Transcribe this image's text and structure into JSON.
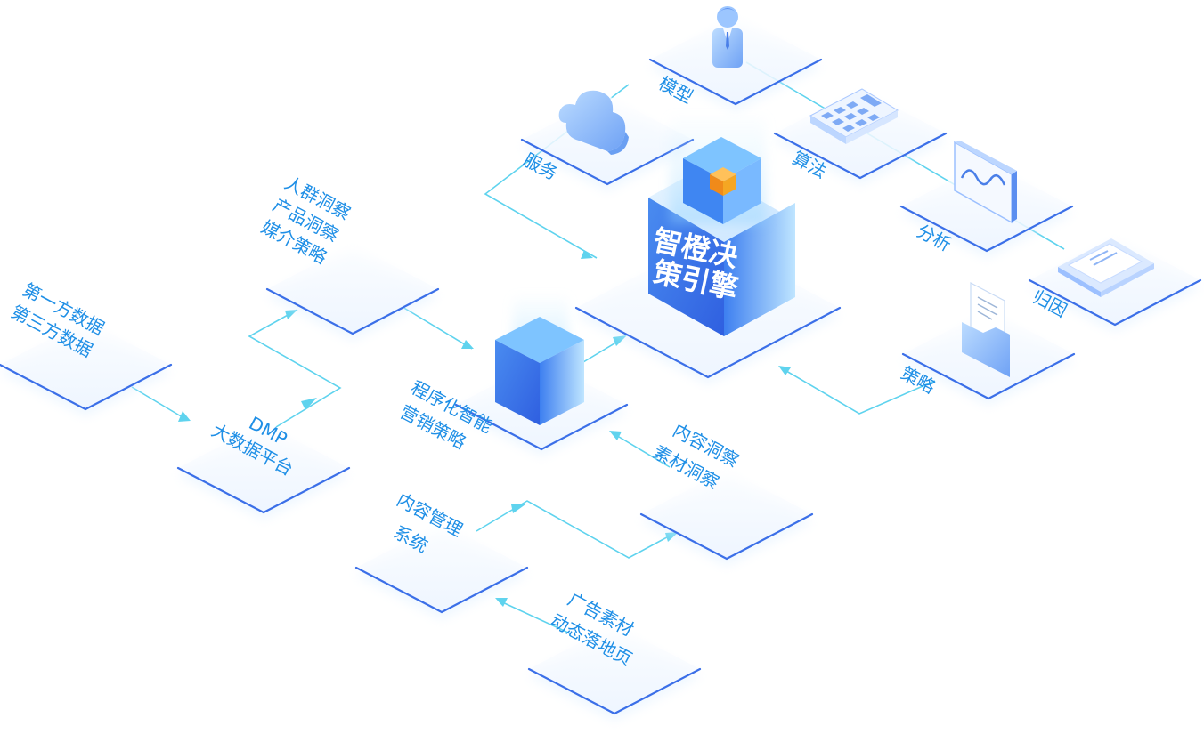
{
  "nodes": {
    "first_party": {
      "line1": "第一方数据",
      "line2": "第三方数据"
    },
    "dmp": {
      "line1": "DMP",
      "line2": "大数据平台"
    },
    "insight": {
      "line1": "人群洞察",
      "line2": "产品洞察",
      "line3": "媒介策略"
    },
    "programmatic": {
      "line1": "程序化智能",
      "line2": "营销策略"
    },
    "content_insight": {
      "line1": "内容洞察",
      "line2": "素材洞察"
    },
    "cms": {
      "line1": "内容管理",
      "line2": "系统"
    },
    "ad_material": {
      "line1": "广告素材",
      "line2": "动态落地页"
    },
    "service": {
      "label": "服务"
    },
    "model": {
      "label": "模型"
    },
    "algorithm": {
      "label": "算法"
    },
    "analysis": {
      "label": "分析"
    },
    "attribution": {
      "label": "归因"
    },
    "strategy": {
      "label": "策略"
    }
  },
  "engine": {
    "line1": "智橙决",
    "line2": "策引擎"
  },
  "colors": {
    "label": "#1f8fe6",
    "flow": "#5fd3ee",
    "edge": "#3b6fe8",
    "cube_light": "#7fc2ff",
    "cube_dark": "#2b5fe0",
    "accent": "#f5a623"
  }
}
